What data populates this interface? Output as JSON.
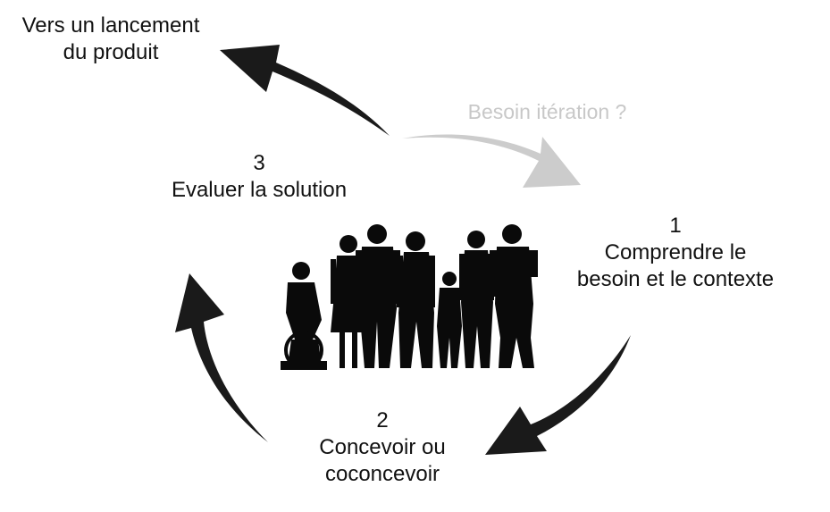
{
  "launch": {
    "line1": "Vers un lancement",
    "line2": "du produit"
  },
  "iteration": {
    "label": "Besoin itération ?"
  },
  "step3": {
    "number": "3",
    "line1": "Evaluer la solution"
  },
  "step1": {
    "number": "1",
    "line1": "Comprendre le",
    "line2": "besoin et le contexte"
  },
  "step2": {
    "number": "2",
    "line1": "Concevoir ou",
    "line2": "coconcevoir"
  },
  "colors": {
    "arrow": "#1a1a1a",
    "iteration_arrow": "#cccccc",
    "silhouette": "#0a0a0a"
  },
  "icons": {
    "people": "people-silhouette-group"
  }
}
